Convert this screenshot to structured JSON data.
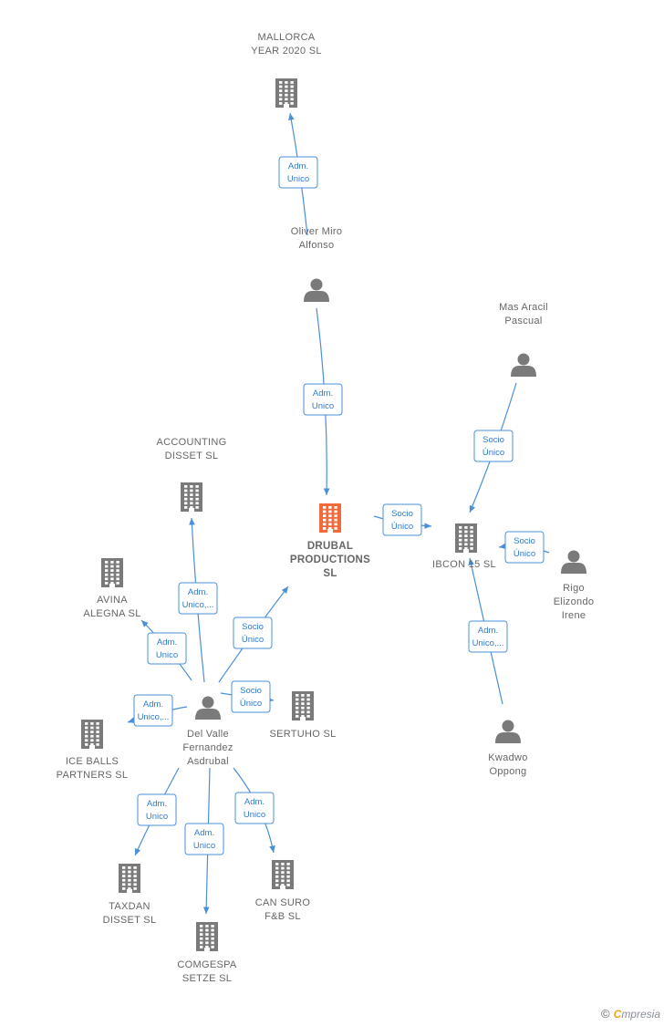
{
  "colors": {
    "company": "#7a7a7a",
    "main_company": "#f26a3a",
    "person": "#7a7a7a",
    "edge": "#4a90d9"
  },
  "nodes": [
    {
      "id": "mallorca",
      "type": "company",
      "lines": [
        "MALLORCA",
        "YEAR 2020  SL"
      ]
    },
    {
      "id": "oliver",
      "type": "person",
      "lines": [
        "Oliver Miro",
        "Alfonso"
      ]
    },
    {
      "id": "mas",
      "type": "person",
      "lines": [
        "Mas Aracil",
        "Pascual"
      ]
    },
    {
      "id": "accounting",
      "type": "company",
      "lines": [
        "ACCOUNTING",
        "DISSET  SL"
      ]
    },
    {
      "id": "drubal",
      "type": "main",
      "lines": [
        "DRUBAL",
        "PRODUCTIONS",
        "SL"
      ]
    },
    {
      "id": "ibcon",
      "type": "company",
      "lines": [
        "IBCON 15  SL"
      ]
    },
    {
      "id": "rigo",
      "type": "person",
      "lines": [
        "Rigo",
        "Elizondo",
        "Irene"
      ]
    },
    {
      "id": "avina",
      "type": "company",
      "lines": [
        "AVINA",
        "ALEGNA  SL"
      ]
    },
    {
      "id": "delvalle",
      "type": "person",
      "lines": [
        "Del Valle",
        "Fernandez",
        "Asdrubal"
      ]
    },
    {
      "id": "sertuho",
      "type": "company",
      "lines": [
        "SERTUHO  SL"
      ]
    },
    {
      "id": "iceballs",
      "type": "company",
      "lines": [
        "ICE BALLS",
        "PARTNERS  SL"
      ]
    },
    {
      "id": "kwadwo",
      "type": "person",
      "lines": [
        "Kwadwo",
        "Oppong"
      ]
    },
    {
      "id": "taxdan",
      "type": "company",
      "lines": [
        "TAXDAN",
        "DISSET  SL"
      ]
    },
    {
      "id": "cansuro",
      "type": "company",
      "lines": [
        "CAN SURO",
        "F&B  SL"
      ]
    },
    {
      "id": "comgespa",
      "type": "company",
      "lines": [
        "COMGESPA",
        "SETZE  SL"
      ]
    }
  ],
  "edges": [
    {
      "from": "oliver",
      "to": "mallorca",
      "lines": [
        "Adm.",
        "Unico"
      ]
    },
    {
      "from": "oliver",
      "to": "drubal",
      "lines": [
        "Adm.",
        "Unico"
      ]
    },
    {
      "from": "drubal",
      "to": "ibcon",
      "lines": [
        "Socio",
        "Único"
      ]
    },
    {
      "from": "mas",
      "to": "ibcon",
      "lines": [
        "Socio",
        "Único"
      ]
    },
    {
      "from": "rigo",
      "to": "ibcon",
      "lines": [
        "Socio",
        "Único"
      ]
    },
    {
      "from": "kwadwo",
      "to": "ibcon",
      "lines": [
        "Adm.",
        "Unico,..."
      ]
    },
    {
      "from": "delvalle",
      "to": "accounting",
      "lines": [
        "Adm.",
        "Unico,..."
      ]
    },
    {
      "from": "delvalle",
      "to": "drubal",
      "lines": [
        "Socio",
        "Único"
      ]
    },
    {
      "from": "delvalle",
      "to": "avina",
      "lines": [
        "Adm.",
        "Unico"
      ]
    },
    {
      "from": "delvalle",
      "to": "sertuho",
      "lines": [
        "Socio",
        "Único"
      ]
    },
    {
      "from": "delvalle",
      "to": "iceballs",
      "lines": [
        "Adm.",
        "Unico,..."
      ]
    },
    {
      "from": "delvalle",
      "to": "taxdan",
      "lines": [
        "Adm.",
        "Unico"
      ]
    },
    {
      "from": "delvalle",
      "to": "comgespa",
      "lines": [
        "Adm.",
        "Unico"
      ]
    },
    {
      "from": "delvalle",
      "to": "cansuro",
      "lines": [
        "Adm.",
        "Unico"
      ]
    }
  ],
  "footer": {
    "copyright": "©",
    "brand_initial": "C",
    "brand_rest": "mpresia"
  }
}
